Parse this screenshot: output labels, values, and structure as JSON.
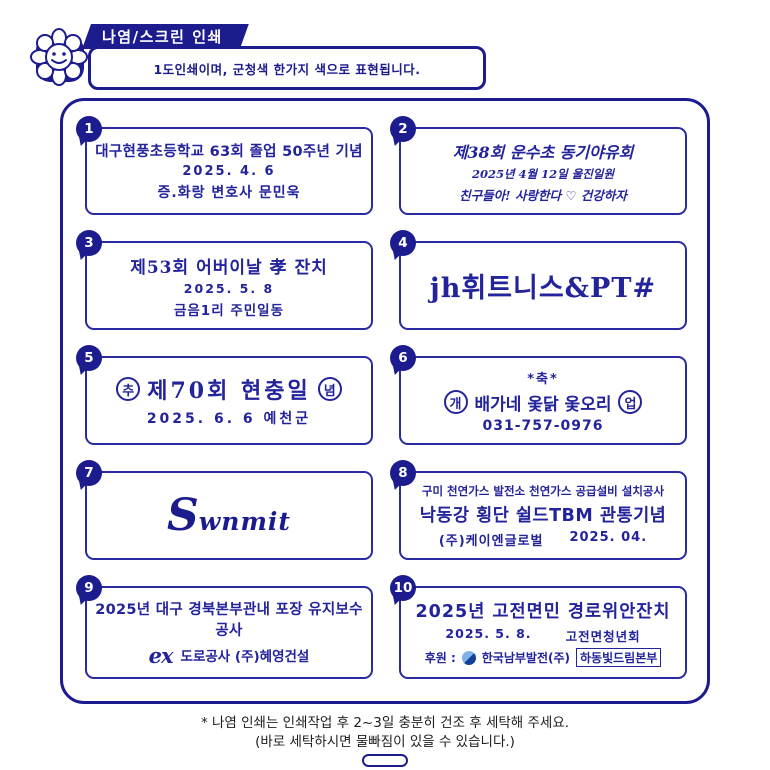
{
  "colors": {
    "ink": "#23239b",
    "deep_navy": "#1c1c8f",
    "white": "#ffffff"
  },
  "header": {
    "title": "나염/스크린 인쇄",
    "subtitle": "1도인쇄이며, 군청색 한가지 색으로 표현됩니다."
  },
  "samples": [
    {
      "num": "1",
      "lines": [
        "대구현풍초등학교 63회 졸업 50주년 기념",
        "2025. 4. 6",
        "증.화랑 변호사 문민욱"
      ]
    },
    {
      "num": "2",
      "lines": [
        "제38회 운수초 동기야유회",
        "2025년 4월 12일  울진일원",
        "친구들아! 사랑한다 ♡ 건강하자"
      ]
    },
    {
      "num": "3",
      "lines": [
        "제53회 어버이날 孝 잔치",
        "2025. 5. 8",
        "금음1리 주민일동"
      ]
    },
    {
      "num": "4",
      "text": "jh휘트니스&PT#"
    },
    {
      "num": "5",
      "circle_left": "추",
      "title": "제70회 현충일",
      "circle_right": "념",
      "line2": "2025. 6. 6  예천군"
    },
    {
      "num": "6",
      "top": "*축*",
      "circle_left": "개",
      "title": "배가네 옻닭 옻오리",
      "circle_right": "업",
      "phone": "031-757-0976"
    },
    {
      "num": "7",
      "initial": "S",
      "rest": "wnmit"
    },
    {
      "num": "8",
      "line1": "구미 천연가스 발전소 천연가스 공급설비 설치공사",
      "line2": "낙동강 횡단 쉴드TBM 관통기념",
      "line3a": "(주)케이엔글로벌",
      "line3b": "2025. 04."
    },
    {
      "num": "9",
      "line1": "2025년 대구 경북본부관내 포장 유지보수공사",
      "logo": "ex",
      "line2": "도로공사  (주)혜영건설"
    },
    {
      "num": "10",
      "line1": "2025년 고전면민 경로위안잔치",
      "line2a": "2025. 5. 8.",
      "line2b": "고전면청년회",
      "line3_prefix": "후원 :",
      "sponsor1": "한국남부발전(주)",
      "sponsor2": "하동빛드림본부"
    }
  ],
  "footer": {
    "note1": "* 나염 인쇄는 인쇄작업 후 2~3일 충분히 건조 후 세탁해 주세요.",
    "note2": "(바로 세탁하시면 물빠짐이 있을 수 있습니다.)"
  }
}
